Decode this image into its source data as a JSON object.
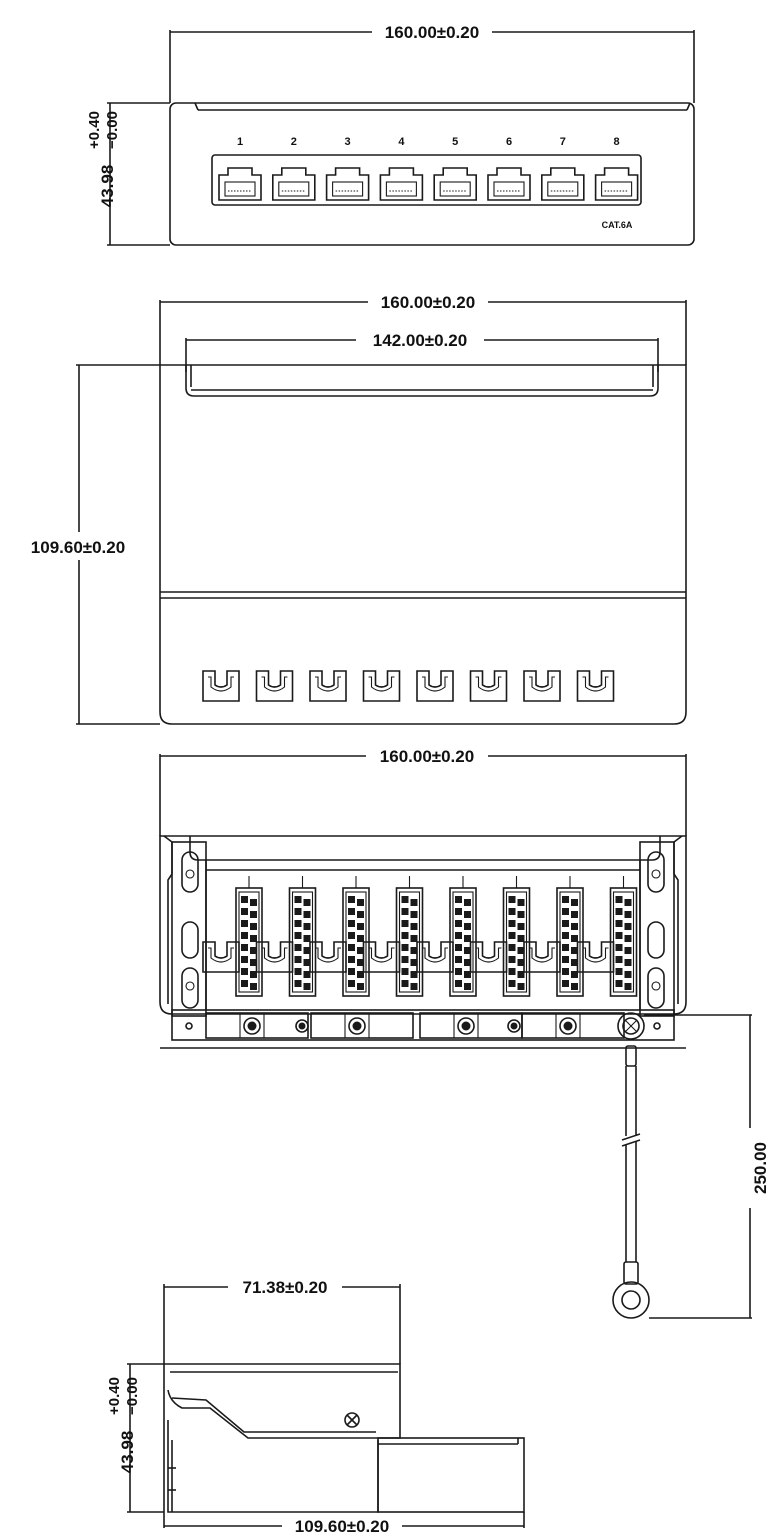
{
  "dimensions": {
    "front_width": "160.00±0.20",
    "front_height": "43.98",
    "front_height_tol_plus": "+0.40",
    "front_height_tol_minus": "−0.00",
    "top_width": "160.00±0.20",
    "top_inner_width": "142.00±0.20",
    "top_depth": "109.60±0.20",
    "bottom_width": "160.00±0.20",
    "ground_cable_length": "250.00",
    "side_depth": "71.38±0.20",
    "side_height": "43.98",
    "side_height_tol_plus": "+0.40",
    "side_height_tol_minus": "−0.00",
    "side_length": "109.60±0.20"
  },
  "port_numbers": [
    "1",
    "2",
    "3",
    "4",
    "5",
    "6",
    "7",
    "8"
  ],
  "category_label": "CAT.6A",
  "colors": {
    "line": "#1a1a1a",
    "background": "#ffffff"
  }
}
